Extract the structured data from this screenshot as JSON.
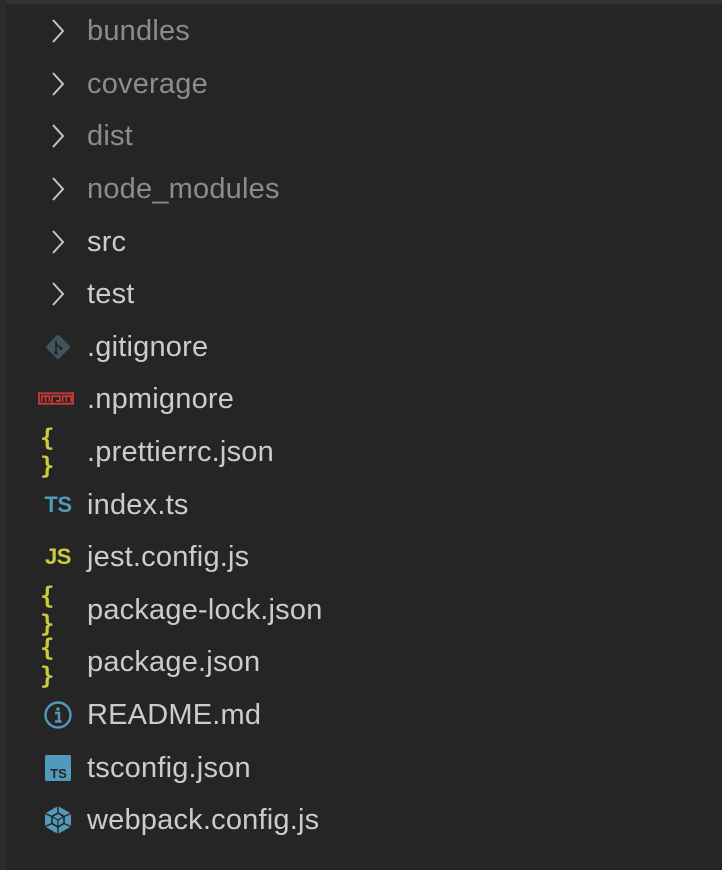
{
  "explorer": {
    "items": [
      {
        "type": "folder",
        "label": "bundles",
        "icon": "chevron-right-icon",
        "dimmed": true
      },
      {
        "type": "folder",
        "label": "coverage",
        "icon": "chevron-right-icon",
        "dimmed": true
      },
      {
        "type": "folder",
        "label": "dist",
        "icon": "chevron-right-icon",
        "dimmed": true
      },
      {
        "type": "folder",
        "label": "node_modules",
        "icon": "chevron-right-icon",
        "dimmed": true
      },
      {
        "type": "folder",
        "label": "src",
        "icon": "chevron-right-icon",
        "dimmed": false
      },
      {
        "type": "folder",
        "label": "test",
        "icon": "chevron-right-icon",
        "dimmed": false
      },
      {
        "type": "file",
        "label": ".gitignore",
        "icon": "git-icon",
        "dimmed": false
      },
      {
        "type": "file",
        "label": ".npmignore",
        "icon": "npm-icon",
        "icon_text": "npm",
        "dimmed": false
      },
      {
        "type": "file",
        "label": ".prettierrc.json",
        "icon": "json-icon",
        "icon_text": "{ }",
        "dimmed": false
      },
      {
        "type": "file",
        "label": "index.ts",
        "icon": "typescript-icon",
        "icon_text": "TS",
        "dimmed": false
      },
      {
        "type": "file",
        "label": "jest.config.js",
        "icon": "javascript-icon",
        "icon_text": "JS",
        "dimmed": false
      },
      {
        "type": "file",
        "label": "package-lock.json",
        "icon": "json-icon",
        "icon_text": "{ }",
        "dimmed": false
      },
      {
        "type": "file",
        "label": "package.json",
        "icon": "json-icon",
        "icon_text": "{ }",
        "dimmed": false
      },
      {
        "type": "file",
        "label": "README.md",
        "icon": "info-icon",
        "icon_text": "i",
        "dimmed": false
      },
      {
        "type": "file",
        "label": "tsconfig.json",
        "icon": "tsconfig-icon",
        "icon_text": "TS",
        "dimmed": false
      },
      {
        "type": "file",
        "label": "webpack.config.js",
        "icon": "webpack-icon",
        "dimmed": false
      }
    ]
  },
  "colors": {
    "background": "#252526",
    "text": "#cccccc",
    "text_dimmed": "#8c8c8c",
    "chevron": "#c5c5c5",
    "git": "#41535b",
    "npm": "#cb3837",
    "json": "#cbcb41",
    "typescript": "#519aba",
    "javascript": "#cbcb41",
    "info": "#519aba",
    "webpack": "#519aba"
  }
}
